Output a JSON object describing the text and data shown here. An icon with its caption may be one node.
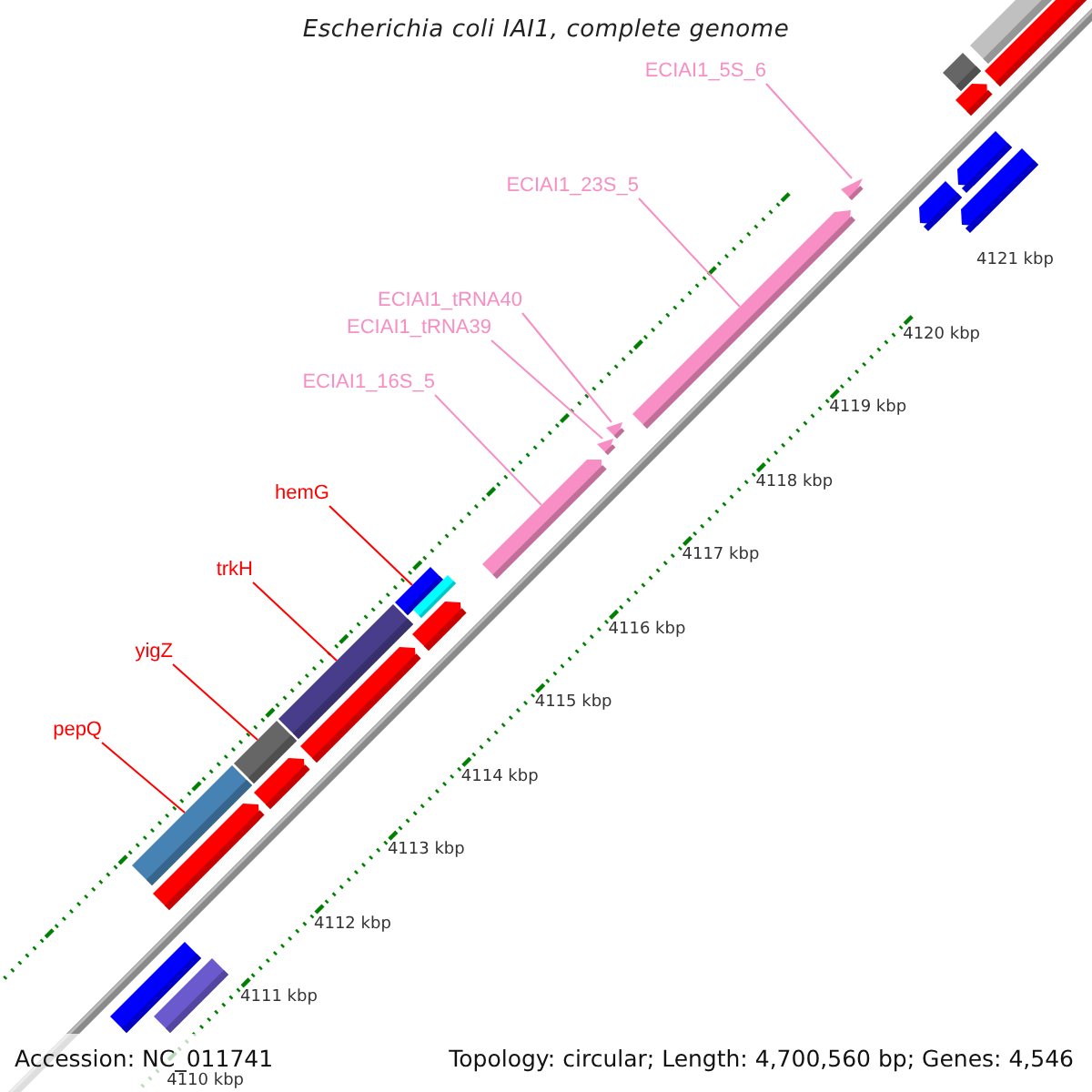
{
  "diagram": {
    "title": "Escherichia coli IAI1, complete genome",
    "nodes": [
      {
        "text": [
          "ECIAI1_5S_6"
        ]
      },
      {
        "text": [
          "ECIAI1_23S_5"
        ]
      },
      {
        "text": [
          "ECIAI1_tRNA40"
        ]
      },
      {
        "text": [
          "ECIAI1_tRNA39"
        ]
      },
      {
        "text": [
          "ECIAI1_16S_5"
        ]
      },
      {
        "text": [
          "hemG"
        ]
      },
      {
        "text": [
          "trkH"
        ]
      },
      {
        "text": [
          "yigZ"
        ]
      },
      {
        "text": [
          "pepQ"
        ]
      },
      {
        "text": [],
        "shape": "bar"
      },
      {
        "text": [],
        "shape": "bar"
      },
      {
        "text": [],
        "shape": "bar"
      },
      {
        "text": [],
        "shape": "bar"
      },
      {
        "text": [],
        "shape": "bar"
      },
      {
        "text": [],
        "shape": "bar"
      },
      {
        "text": [],
        "shape": "bar"
      },
      {
        "text": [],
        "shape": "bar"
      },
      {
        "text": [],
        "shape": "bar"
      },
      {
        "text": [],
        "shape": "bar"
      },
      {
        "text": [],
        "shape": "bar"
      },
      {
        "text": [],
        "shape": "bar"
      },
      {
        "text": [],
        "shape": "bar"
      },
      {
        "text": [],
        "shape": "bar"
      },
      {
        "text": [],
        "shape": "bar"
      },
      {
        "text": [],
        "shape": "bar"
      },
      {
        "text": [],
        "shape": "bar"
      },
      {
        "text": [],
        "shape": "bar"
      },
      {
        "text": [],
        "shape": "bar"
      },
      {
        "text": [],
        "shape": "bar"
      },
      {
        "text": [],
        "shape": "bar"
      },
      {
        "text": [],
        "shape": "bar"
      },
      {
        "text": [],
        "shape": "bar"
      }
    ],
    "edges": [
      {
        "from": 0,
        "to": 24,
        "arrow": "none"
      },
      {
        "from": 1,
        "to": 23,
        "arrow": "none"
      },
      {
        "from": 2,
        "to": 22,
        "arrow": "none"
      },
      {
        "from": 3,
        "to": 21,
        "arrow": "none"
      },
      {
        "from": 4,
        "to": 20,
        "arrow": "none"
      },
      {
        "from": 5,
        "to": 18,
        "arrow": "none",
        "color": "#ff0000"
      },
      {
        "from": 6,
        "to": 16,
        "arrow": "none",
        "color": "#ff0000"
      },
      {
        "from": 7,
        "to": 14,
        "arrow": "none",
        "color": "#ff0000"
      },
      {
        "from": 8,
        "to": 12,
        "arrow": "none",
        "color": "#ff0000"
      }
    ],
    "labels": [
      "4121 kbp",
      "4120 kbp",
      "4119 kbp",
      "4118 kbp",
      "4117 kbp",
      "4116 kbp",
      "4115 kbp",
      "4114 kbp",
      "4113 kbp",
      "4112 kbp",
      "4111 kbp",
      "4110 kbp",
      "Accession: NC_011741",
      "Topology: circular; Length: 4,700,560 bp; Genes: 4,546"
    ]
  }
}
